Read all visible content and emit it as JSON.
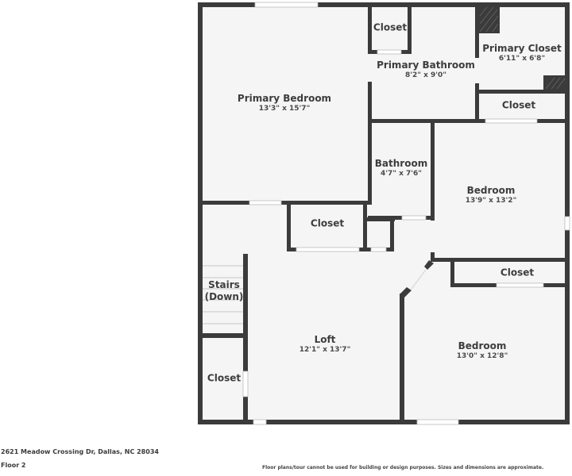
{
  "footer": {
    "address": "2621 Meadow Crossing Dr, Dallas, NC 28034",
    "floor": "Floor 2",
    "disclaimer": "Floor plans/tour cannot be used for building or design purposes. Sizes and dimensions are approximate."
  },
  "colors": {
    "wall": "#3b3b3b",
    "floor_fill": "#f5f5f5",
    "window": "#ffffff",
    "text": "#3d3d3d"
  },
  "rooms": [
    {
      "id": "primary-bedroom",
      "name": "Primary Bedroom",
      "dims": "13'3\" x 15'7\""
    },
    {
      "id": "closet-top",
      "name": "Closet",
      "dims": ""
    },
    {
      "id": "primary-bathroom",
      "name": "Primary Bathroom",
      "dims": "8'2\" x 9'0\""
    },
    {
      "id": "primary-closet",
      "name": "Primary Closet",
      "dims": "6'11\" x 6'8\""
    },
    {
      "id": "closet-right-upper",
      "name": "Closet",
      "dims": ""
    },
    {
      "id": "bathroom",
      "name": "Bathroom",
      "dims": "4'7\" x 7'6\""
    },
    {
      "id": "bedroom-upper",
      "name": "Bedroom",
      "dims": "13'9\" x 13'2\""
    },
    {
      "id": "closet-mid",
      "name": "Closet",
      "dims": ""
    },
    {
      "id": "stairs",
      "name": "Stairs",
      "dims": "(Down)"
    },
    {
      "id": "closet-right-lower",
      "name": "Closet",
      "dims": ""
    },
    {
      "id": "loft",
      "name": "Loft",
      "dims": "12'1\" x 13'7\""
    },
    {
      "id": "bedroom-lower",
      "name": "Bedroom",
      "dims": "13'0\" x 12'8\""
    },
    {
      "id": "closet-left-bottom",
      "name": "Closet",
      "dims": ""
    }
  ]
}
